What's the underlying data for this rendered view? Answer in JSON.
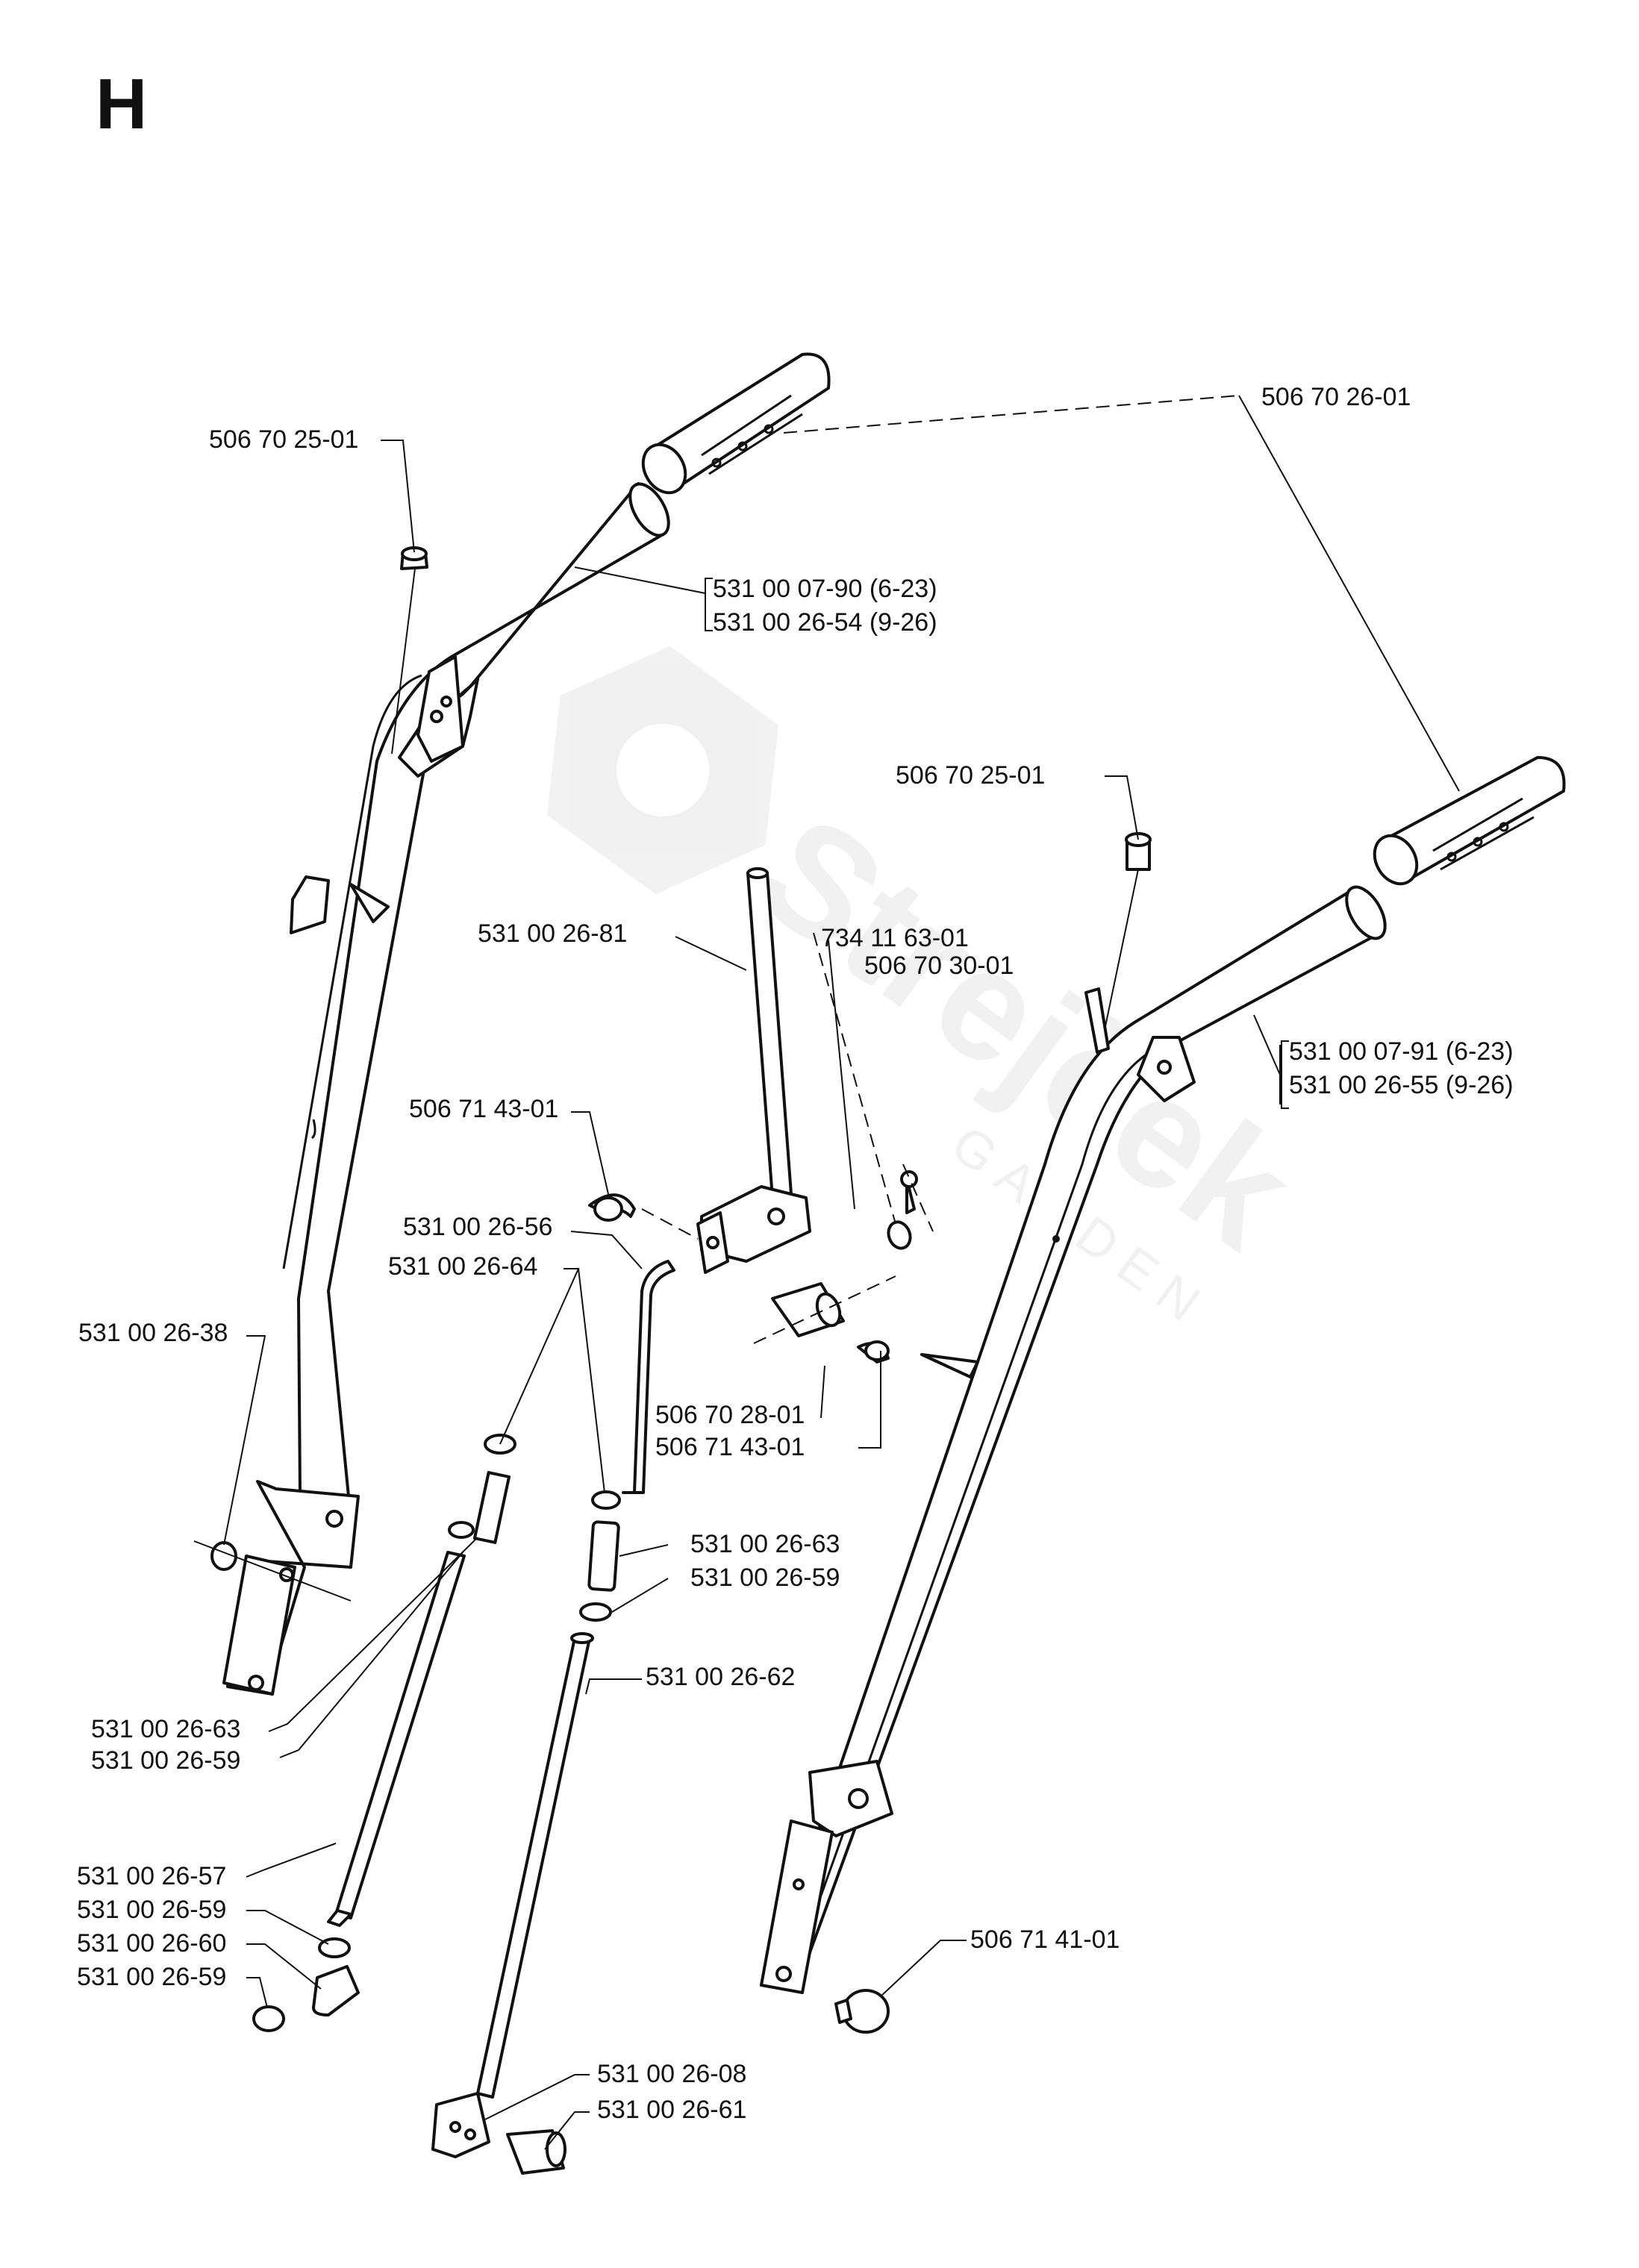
{
  "section": "H",
  "watermark": {
    "brand": "Strejček",
    "sub": "GARDEN"
  },
  "labels": {
    "grip_top": "506 70 26-01",
    "screw_left": "506 70 25-01",
    "handle_left_a": "531 00 07-90 (6-23)",
    "handle_left_b": "531 00 26-54 (9-26)",
    "screw_right": "506 70 25-01",
    "lever_rod": "531 00 26-81",
    "pin_734": "734 11 63-01",
    "washer_3001": "506 70 30-01",
    "handle_right_a": "531 00 07-91 (6-23)",
    "handle_right_b": "531 00 26-55 (9-26)",
    "clip_upper": "506 71 43-01",
    "rod_56": "531 00 26-56",
    "nut_64": "531 00 26-64",
    "bolt_38": "531 00 26-38",
    "pin_2801": "506 70 28-01",
    "clip_lower": "506 71 43-01",
    "coupler_63_right": "531 00 26-63",
    "nut_59_right": "531 00 26-59",
    "rod_62": "531 00 26-62",
    "coupler_63_left": "531 00 26-63",
    "nut_59_left": "531 00 26-59",
    "rod_57": "531 00 26-57",
    "nut_59_a": "531 00 26-59",
    "elbow_60": "531 00 26-60",
    "nut_59_b": "531 00 26-59",
    "knob_4101": "506 71 41-01",
    "bracket_08": "531 00 26-08",
    "bushing_61": "531 00 26-61"
  }
}
